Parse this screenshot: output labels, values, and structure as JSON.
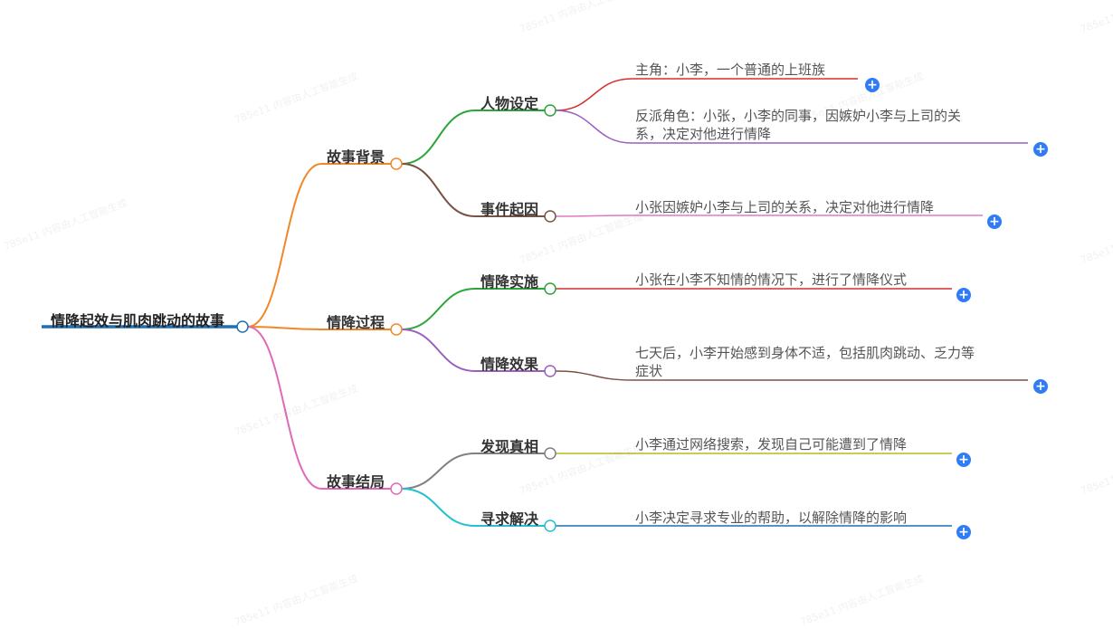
{
  "mindmap": {
    "root": {
      "label": "情降起效与肌肉跳动的故事",
      "color": "#1f6fb5"
    },
    "branches": [
      {
        "label": "故事背景",
        "color": "#f0882a",
        "children": [
          {
            "label": "人物设定",
            "color": "#2aa63a",
            "leaves": [
              {
                "text": [
                  "主角：小李，一个普通的上班族"
                ],
                "color": "#d62f2f"
              },
              {
                "text": [
                  "反派角色：小张，小李的同事，因嫉妒小李与上司的关",
                  "系，决定对他进行情降"
                ],
                "color": "#9b5fc0"
              }
            ]
          },
          {
            "label": "事件起因",
            "color": "#7a5244",
            "leaves": [
              {
                "text": [
                  "小张因嫉妒小李与上司的关系，决定对他进行情降"
                ],
                "color": "#e07ac0"
              }
            ]
          }
        ]
      },
      {
        "label": "情降过程",
        "color": "#f0882a",
        "children": [
          {
            "label": "情降实施",
            "color": "#2aa63a",
            "leaves": [
              {
                "text": [
                  "小张在小李不知情的情况下，进行了情降仪式"
                ],
                "color": "#d62f2f"
              }
            ]
          },
          {
            "label": "情降效果",
            "color": "#9b5fc0",
            "leaves": [
              {
                "text": [
                  "七天后，小李开始感到身体不适，包括肌肉跳动、乏力等",
                  "症状"
                ],
                "color": "#7a5244"
              }
            ]
          }
        ]
      },
      {
        "label": "故事结局",
        "color": "#e06ab8",
        "children": [
          {
            "label": "发现真相",
            "color": "#808080",
            "leaves": [
              {
                "text": [
                  "小李通过网络搜索，发现自己可能遭到了情降"
                ],
                "color": "#b8b81e"
              }
            ]
          },
          {
            "label": "寻求解决",
            "color": "#27c0d0",
            "leaves": [
              {
                "text": [
                  "小李决定寻求专业的帮助，以解除情降的影响"
                ],
                "color": "#1f6fb5"
              }
            ]
          }
        ]
      }
    ],
    "expand_glyph": "+",
    "watermark": "785e11\n内容由人工智能生成"
  }
}
